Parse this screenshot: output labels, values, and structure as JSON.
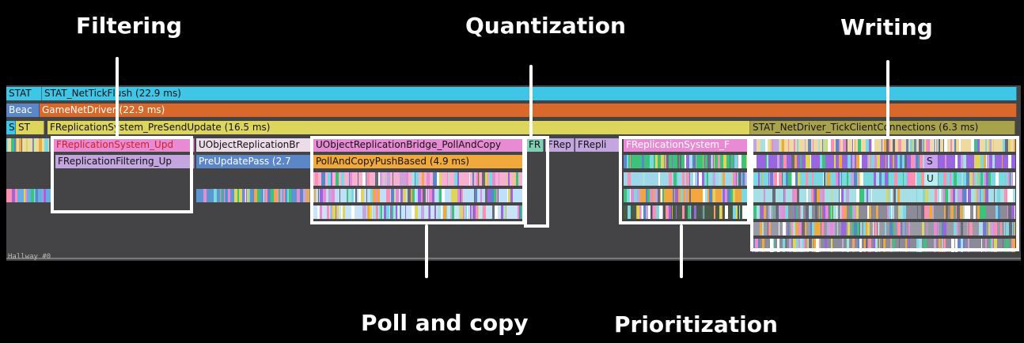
{
  "captions": {
    "filtering": "Filtering",
    "quantization": "Quantization",
    "writing": "Writing",
    "poll_and_copy": "Poll and copy",
    "prioritization": "Prioritization"
  },
  "timeline": {
    "row0": {
      "stat_label": "STAT",
      "flush": "STAT_NetTickFlush (22.9 ms)"
    },
    "row1": {
      "beacon": "Beac",
      "game_net_driver": "GameNetDriver (22.9 ms)"
    },
    "row2": {
      "s": "S",
      "st": "ST",
      "presend": "FReplicationSystem_PreSendUpdate (16.5 ms)",
      "tick_client": "STAT_NetDriver_TickClientConnections (6.3 ms)"
    },
    "row3": {
      "fsys_upd": "FReplicationSystem_Upd",
      "uobj_rep_br": "UObjectReplicationBr",
      "uobj_poll": "UObjectReplicationBridge_PollAndCopy",
      "fr": "FR",
      "frep": "FRep",
      "frepli": "FRepli",
      "fsys_f": "FReplicationSystem_F"
    },
    "row4": {
      "filtering": "FReplicationFiltering_Up",
      "preupdate": "PreUpdatePass (2.7",
      "pollpush": "PollAndCopyPushBased (4.9 ms)",
      "s": "S"
    },
    "row5": {
      "u": "U"
    },
    "bottom_text": "Hallway #0"
  },
  "colors": {
    "cyan": "#3fc6e6",
    "orange": "#d8692a",
    "yellow": "#ddd55c",
    "olive": "#a8a24a",
    "blue": "#5b86c7",
    "magenta": "#e98ad4",
    "lavender": "#c3a6df",
    "pink_text": "#ff6060",
    "frame": "#ffffff"
  }
}
